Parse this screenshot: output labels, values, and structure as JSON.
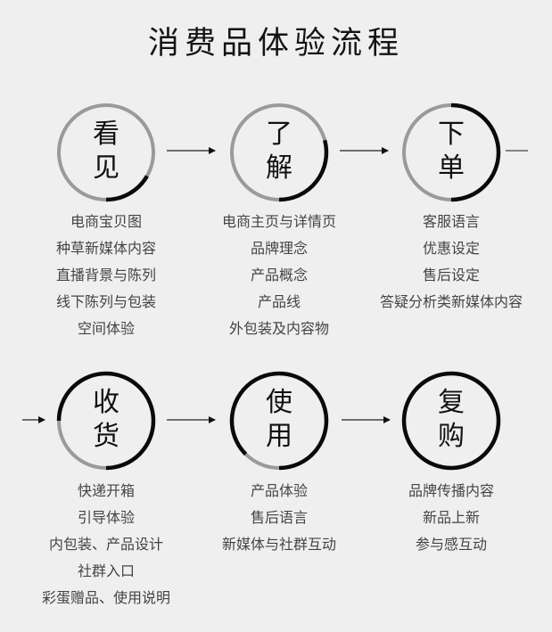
{
  "title": "消费品体验流程",
  "colors": {
    "background": "#efefef",
    "ring_gray": "#9a9a9a",
    "ring_black": "#0a0a0a",
    "item_text": "#444444",
    "title_text": "#141414"
  },
  "steps": [
    {
      "char1": "看",
      "char2": "见",
      "progress_deg": 60,
      "items": [
        "电商宝贝图",
        "种草新媒体内容",
        "直播背景与陈列",
        "线下陈列与包装",
        "空间体验"
      ]
    },
    {
      "char1": "了",
      "char2": "解",
      "progress_deg": 105,
      "items": [
        "电商主页与详情页",
        "品牌理念",
        "产品概念",
        "产品线",
        "外包装及内容物"
      ]
    },
    {
      "char1": "下",
      "char2": "单",
      "progress_deg": 180,
      "items": [
        "客服语言",
        "优惠设定",
        "售后设定",
        "答疑分析类新媒体内容"
      ]
    },
    {
      "char1": "收",
      "char2": "货",
      "progress_deg": 270,
      "items": [
        "快递开箱",
        "引导体验",
        "内包装、产品设计",
        "社群入口",
        "彩蛋赠品、使用说明"
      ]
    },
    {
      "char1": "使",
      "char2": "用",
      "progress_deg": 315,
      "items": [
        "产品体验",
        "售后语言",
        "新媒体与社群互动"
      ]
    },
    {
      "char1": "复",
      "char2": "购",
      "progress_deg": 360,
      "items": [
        "品牌传播内容",
        "新品上新",
        "参与感互动"
      ]
    }
  ],
  "flow": {
    "row1_arrows": 2,
    "row1_trailing_line": true,
    "row2_leading_arrow": true,
    "row2_arrows": 2
  }
}
